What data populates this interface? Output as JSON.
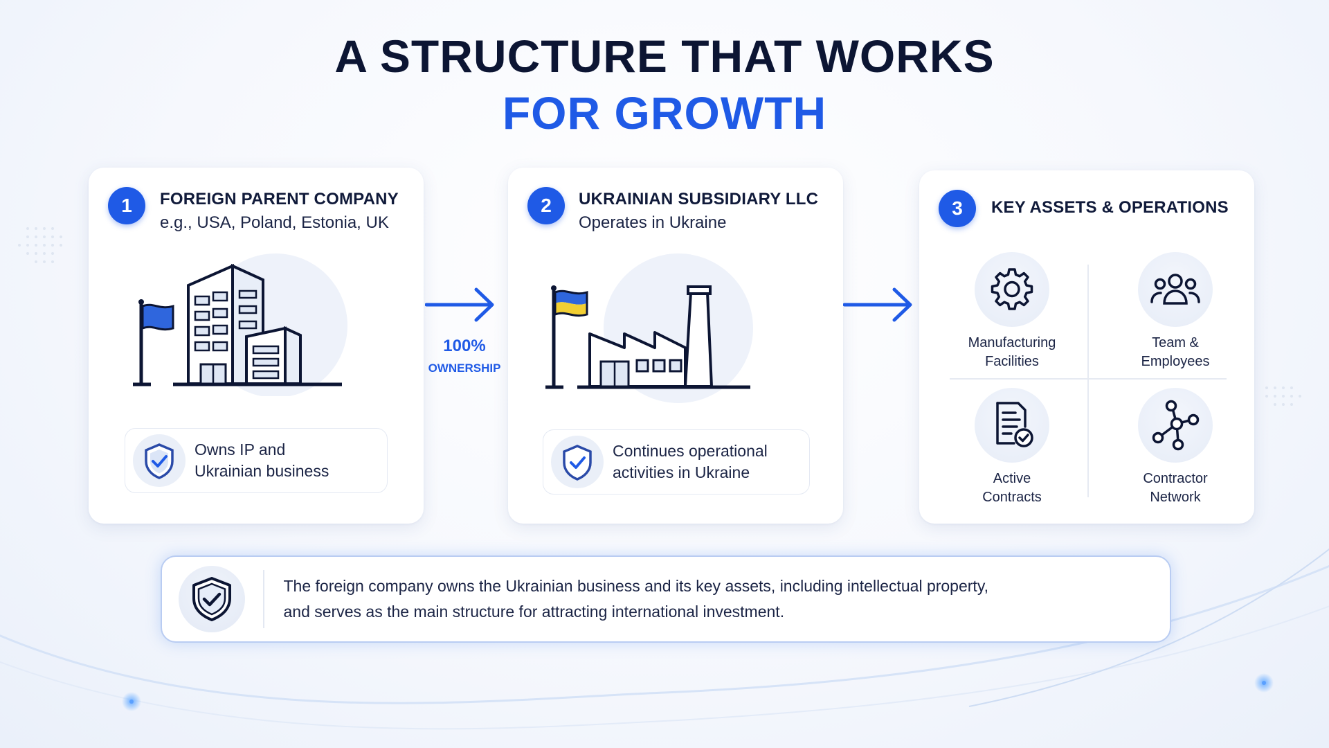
{
  "title": {
    "line1": "A STRUCTURE THAT WORKS",
    "line2": "FOR GROWTH"
  },
  "colors": {
    "accent": "#1f5ae6",
    "dark": "#0c1533",
    "flag_blue": "#2f66dd",
    "flag_yellow": "#f2cf33"
  },
  "cards": [
    {
      "number": "1",
      "title": "FOREIGN PARENT COMPANY",
      "subtitle": "e.g., USA, Poland, Estonia, UK",
      "note": {
        "line1": "Owns IP and",
        "line2": "Ukrainian business"
      }
    },
    {
      "number": "2",
      "title": "UKRAINIAN SUBSIDIARY LLC",
      "subtitle": "Operates in Ukraine",
      "note": {
        "line1": "Continues operational",
        "line2": "activities in Ukraine"
      }
    },
    {
      "number": "3",
      "title": "KEY ASSETS & OPERATIONS",
      "assets": [
        {
          "line1": "Manufacturing",
          "line2": "Facilities",
          "icon": "gear-icon"
        },
        {
          "line1": "Team &",
          "line2": "Employees",
          "icon": "team-icon"
        },
        {
          "line1": "Active",
          "line2": "Contracts",
          "icon": "contract-icon"
        },
        {
          "line1": "Contractor",
          "line2": "Network",
          "icon": "network-icon"
        }
      ]
    }
  ],
  "ownership": {
    "percent": "100%",
    "label": "OWNERSHIP"
  },
  "summary": {
    "line1": "The foreign company owns the Ukrainian business and its key assets, including intellectual property,",
    "line2": "and serves as the main structure for attracting international investment."
  }
}
